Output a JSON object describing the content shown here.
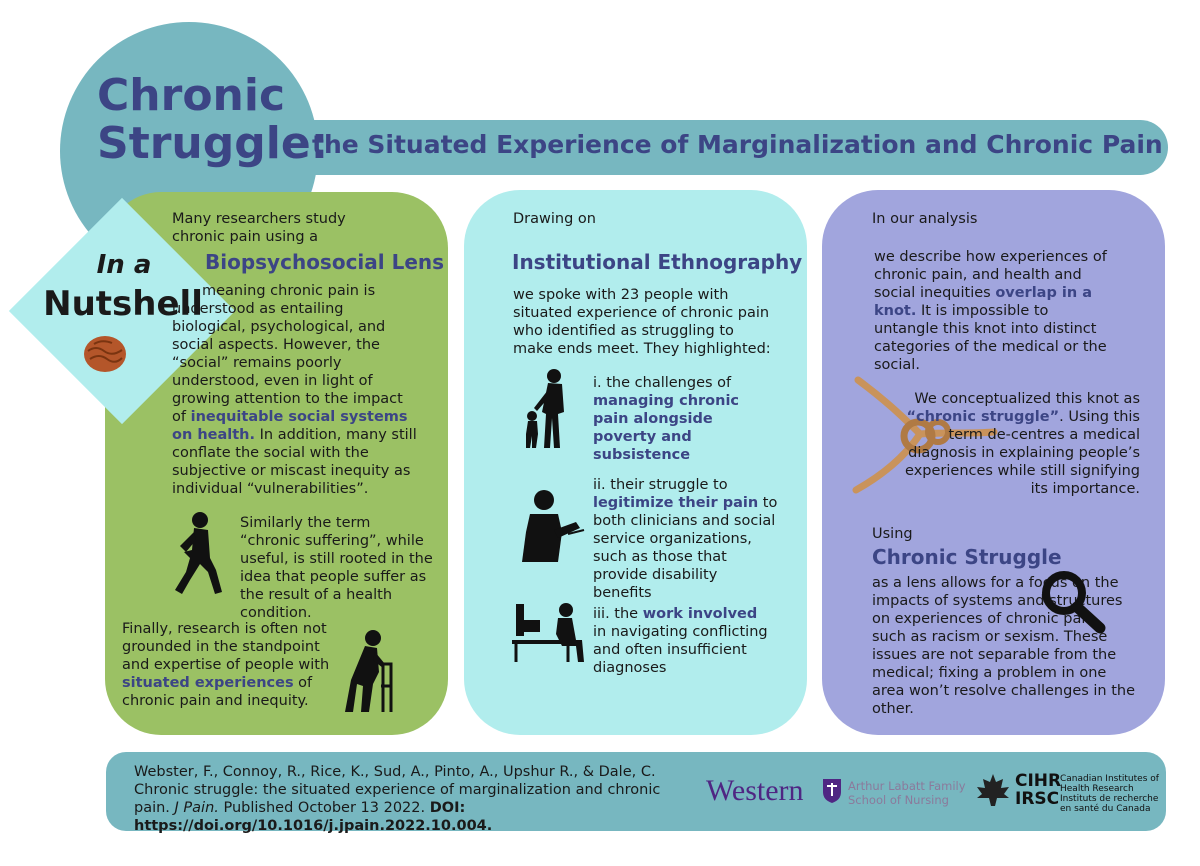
{
  "title": {
    "main_line1": "Chronic",
    "main_line2": "Struggle:",
    "subtitle": "the Situated Experience of Marginalization and Chronic Pain"
  },
  "nutshell": {
    "line1": "In a",
    "line2": "Nutshell"
  },
  "left": {
    "intro": "Many researchers study chronic pain using a",
    "heading": "Biopsychosocial Lens",
    "p1_a": "meaning chronic pain is understood as entailing biological, psychological, and social aspects. However, the “social” remains poorly understood, even in light of growing attention to the impact of ",
    "p1_hl": "inequitable social systems on health.",
    "p1_b": " In addition, many still conflate the social with the subjective or miscast inequity as individual “vulnerabilities”.",
    "p2": "Similarly the term “chronic suffering”, while useful, is still rooted in the idea that people suffer as the result of a health condition.",
    "p3_a": "Finally, research is often not grounded in the standpoint and expertise of people with ",
    "p3_hl": "situated experiences",
    "p3_b": " of chronic pain and inequity."
  },
  "middle": {
    "intro": "Drawing on",
    "heading": "Institutional Ethnography",
    "p1": "we spoke with 23 people with situated experience of chronic pain who identified as struggling to make ends meet. They highlighted:",
    "i_a": "i. the challenges of ",
    "i_hl": "managing chronic pain alongside poverty and subsistence",
    "ii_a": "ii. their struggle to ",
    "ii_hl": "legitimize their pain",
    "ii_b": " to both clinicians and social service organizations, such as those that provide disability benefits",
    "iii_a": "iii. the ",
    "iii_hl": "work involved",
    "iii_b": " in navigating conflicting and often insufficient diagnoses"
  },
  "right": {
    "intro": "In our analysis",
    "p1_a": "we describe how experiences of chronic pain, and health and social inequities ",
    "p1_hl": "overlap in a knot.",
    "p1_b": " It is impossible to untangle this knot into distinct categories of the medical or the social.",
    "p2_a": "We conceptualized this knot as ",
    "p2_hl": "“chronic struggle”",
    "p2_b": ". Using this term de-centres a medical diagnosis in explaining people’s experiences while still signifying its importance.",
    "using": "Using",
    "heading": "Chronic Struggle",
    "p3": "as a lens allows for a focus on the impacts of systems and structures on experiences of chronic pain, such as racism or sexism. These issues are not separable from the medical; fixing a problem in one area won’t resolve challenges in the other."
  },
  "footer": {
    "citation": "Webster, F., Connoy, R., Rice, K., Sud, A., Pinto, A., Upshur R., & Dale, C. Chronic struggle: the situated experience of marginalization and chronic pain.",
    "journal": "J Pain.",
    "published": "Published October 13 2022.",
    "doi": "DOI: https://doi.org/10.1016/j.jpain.2022.10.004.",
    "western": "Western",
    "school_line1": "Arthur Labatt Family",
    "school_line2": "School of Nursing",
    "cihr": "CIHR",
    "irsc": "IRSC",
    "cihr_en1": "Canadian Institutes of",
    "cihr_en2": "Health Research",
    "cihr_fr1": "Instituts de recherche",
    "cihr_fr2": "en santé du Canada"
  },
  "icons": [
    "walnut-icon",
    "parent-child-icon",
    "doctor-icon",
    "desk-worker-icon",
    "pain-person-icon",
    "walker-icon",
    "rope-knot-icon",
    "magnifier-icon",
    "shield-icon",
    "maple-leaf-icon"
  ]
}
